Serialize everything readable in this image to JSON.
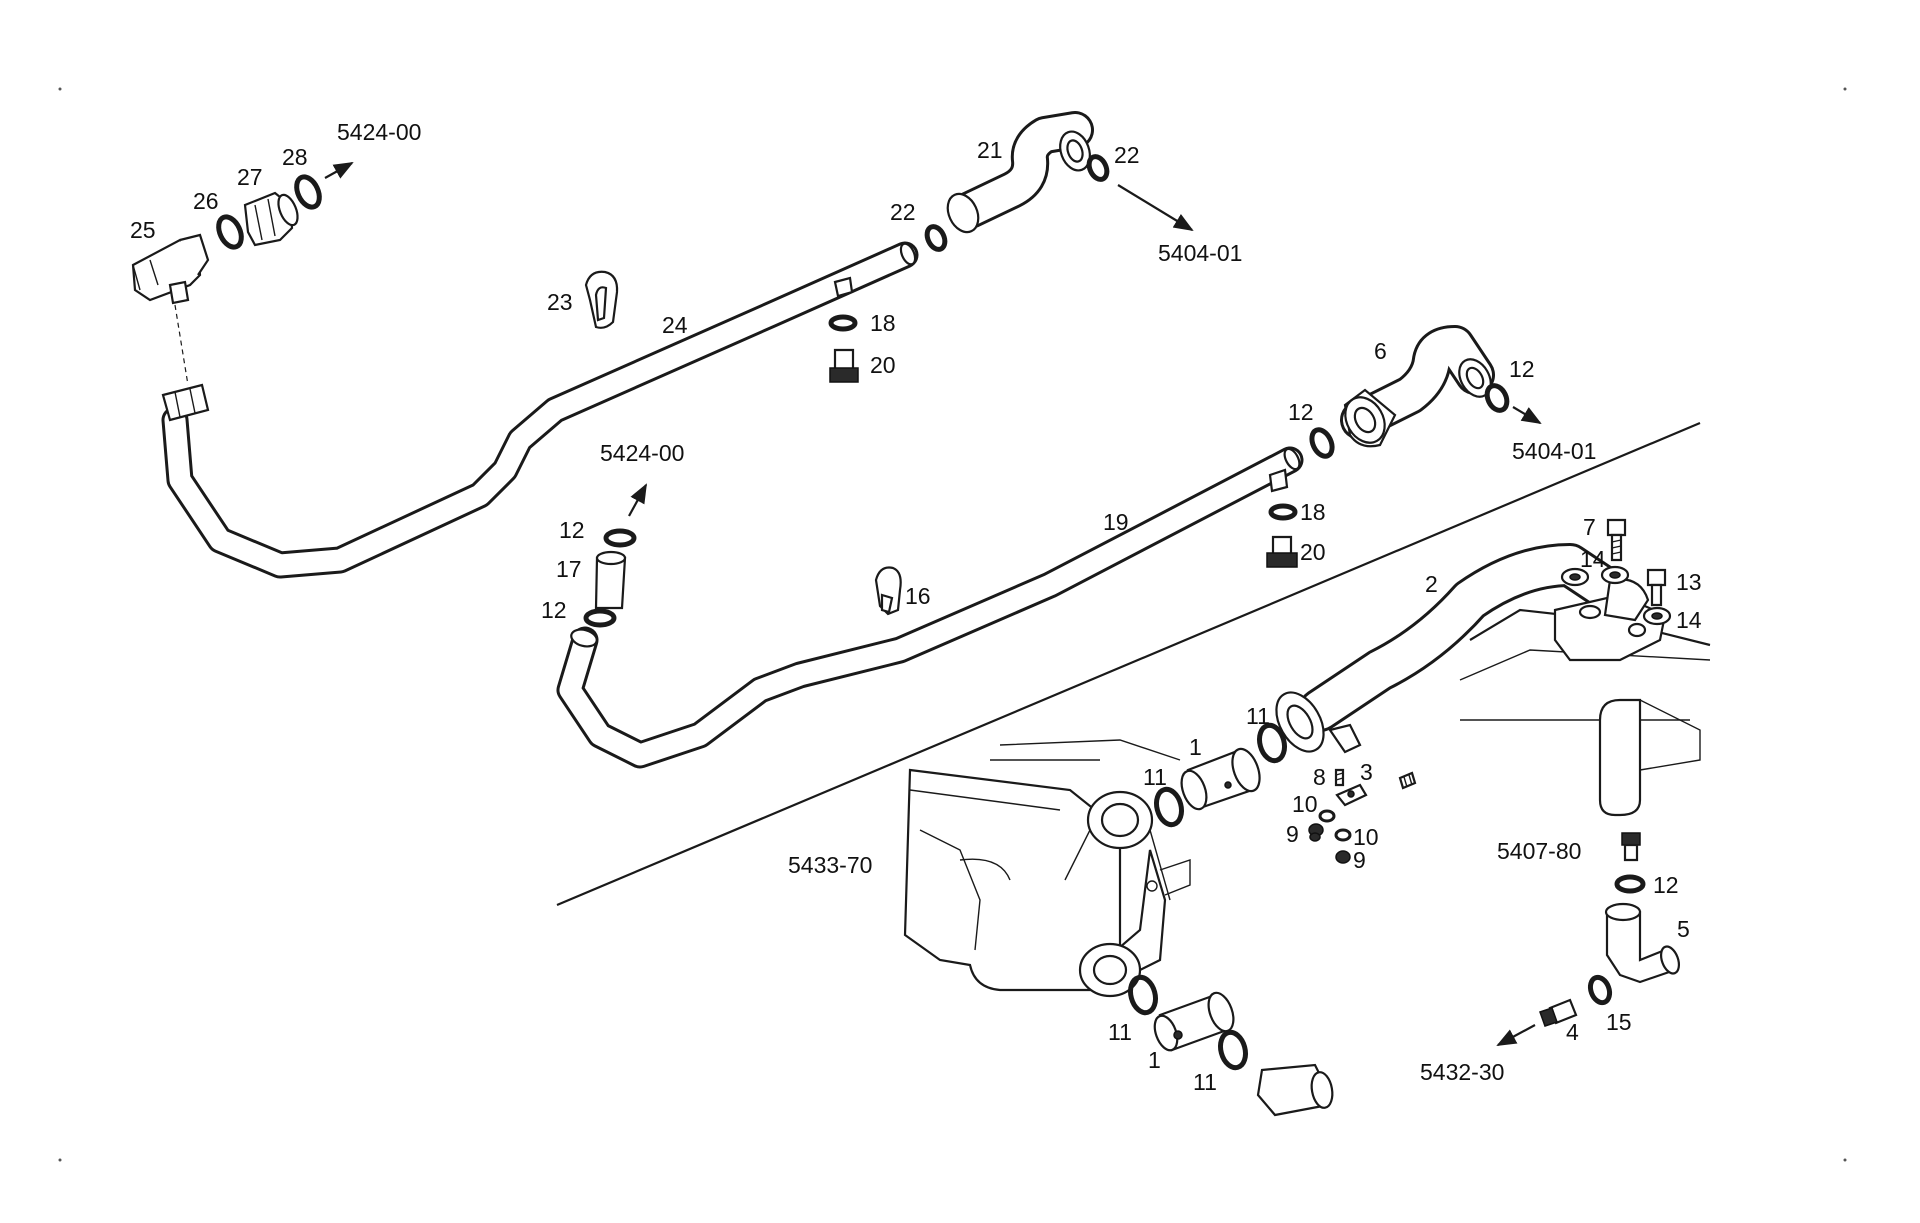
{
  "diagram": {
    "part_labels": {
      "p25": "25",
      "p26": "26",
      "p27": "27",
      "p28": "28",
      "p21": "21",
      "p22a": "22",
      "p22b": "22",
      "p23": "23",
      "p24": "24",
      "p18a": "18",
      "p20a": "20",
      "p6": "6",
      "p12a": "12",
      "p12b": "12",
      "p12c": "12",
      "p17": "17",
      "p12d": "12",
      "p16": "16",
      "p19": "19",
      "p18b": "18",
      "p20b": "20",
      "p7": "7",
      "p14a": "14",
      "p13": "13",
      "p14b": "14",
      "p2": "2",
      "p11a": "11",
      "p11b": "11",
      "p1a": "1",
      "p8": "8",
      "p3": "3",
      "p10a": "10",
      "p10b": "10",
      "p9a": "9",
      "p9b": "9",
      "p12e": "12",
      "p5": "5",
      "p15": "15",
      "p4": "4",
      "p11c": "11",
      "p1b": "1",
      "p11d": "11"
    },
    "refs": {
      "r1": "5424-00",
      "r2": "5404-01",
      "r3": "5424-00",
      "r4": "5404-01",
      "r5": "5433-70",
      "r6": "5407-80",
      "r7": "5432-30"
    }
  }
}
